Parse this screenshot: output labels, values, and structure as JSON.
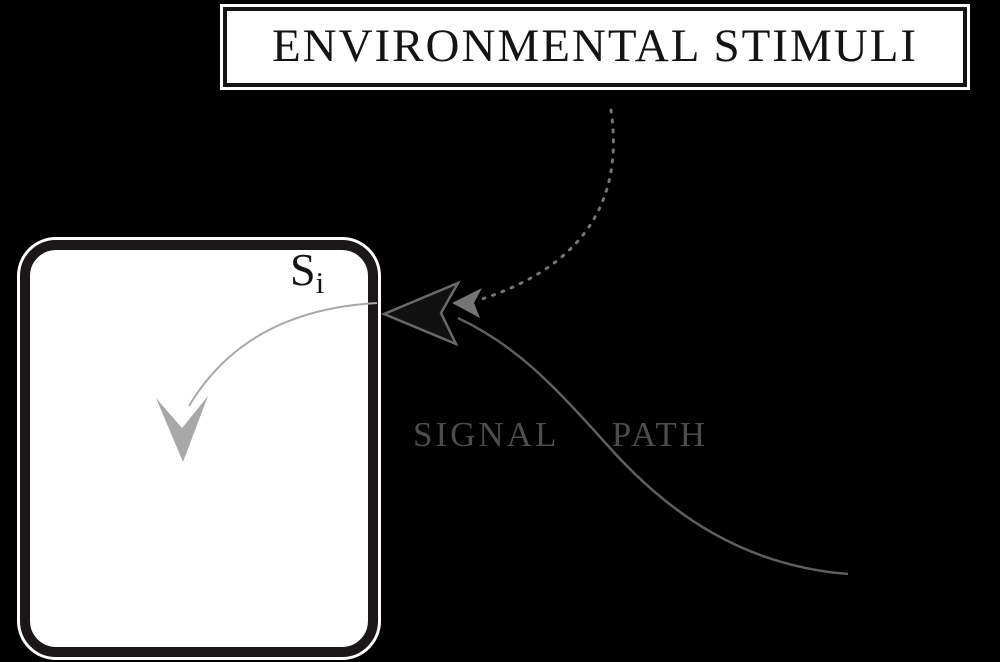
{
  "stimuli_box": {
    "label": "ENVIRONMENTAL STIMULI"
  },
  "cell": {
    "label_main": "S",
    "label_sub": "i"
  },
  "signal_path": {
    "label": "SIGNAL PATH"
  },
  "colors": {
    "background": "#000000",
    "box_fill": "#ffffff",
    "box_border": "#161314",
    "dotted_arrow": "#757575",
    "signal_curve": "#5e5e5e",
    "arrowhead_fill": "#111111",
    "arrowhead_stroke": "#6a6a6a",
    "internal_arrow": "#a8a8a8",
    "signal_label_text": "#4c4c4c"
  }
}
